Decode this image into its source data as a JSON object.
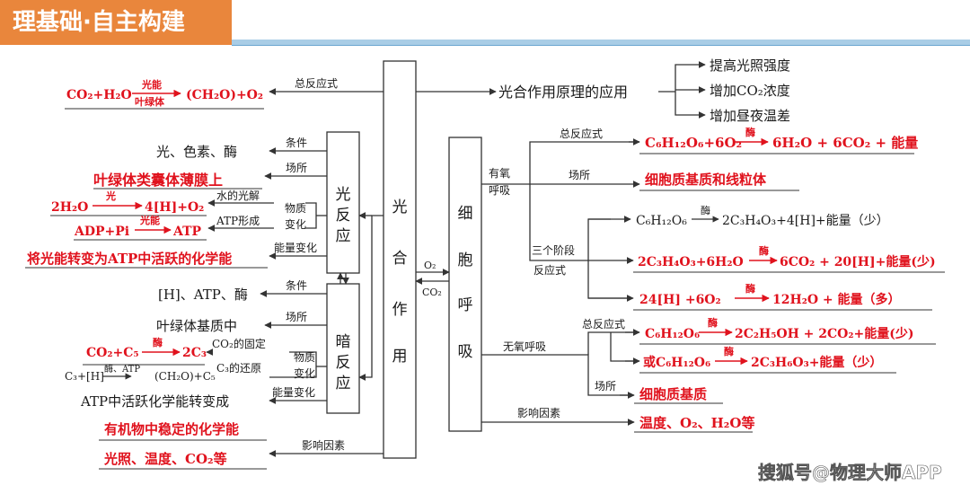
{
  "header": {
    "title": "理基础·自主构建"
  },
  "center": {
    "photosynthesis": "光合作用",
    "respiration": "细胞呼吸",
    "light_reaction": "光反应",
    "dark_reaction": "暗反应"
  },
  "photo": {
    "overall_label": "总反应式",
    "overall_eq": {
      "left": "CO₂+H₂O",
      "top": "光能",
      "bottom": "叶绿体",
      "right": "(CH₂O)+O₂"
    },
    "application": {
      "label": "光合作用原理的应用",
      "items": [
        "提高光照强度",
        "增加CO₂浓度",
        "增加昼夜温差"
      ]
    },
    "light": {
      "cond_label": "条件",
      "cond_value": "光、色素、酶",
      "site_label": "场所",
      "site_value": "叶绿体类囊体薄膜上",
      "process_label": "物质变化",
      "water_label": "水的光解",
      "water_left": "2H₂O",
      "water_top": "光",
      "water_right": "4[H]+O₂",
      "atp_label": "ATP形成",
      "atp_left": "ADP+Pi",
      "atp_top": "光能",
      "atp_right": "ATP",
      "energy_label": "能量变化",
      "energy_value": "将光能转变为ATP中活跃的化学能"
    },
    "dark": {
      "cond_label": "条件",
      "cond_value": "[H]、ATP、酶",
      "site_label": "场所",
      "site_value": "叶绿体基质中",
      "process_label": "物质变化",
      "fix_label": "CO₂的固定",
      "fix_left": "CO₂+C₅",
      "fix_top": "酶",
      "fix_right": "2C₃",
      "red_label": "C₃的还原",
      "red_eq": "C₃+[H]",
      "red_top": "酶、ATP",
      "red_right": "(CH₂O)+C₅",
      "energy_label": "能量变化",
      "energy_value1": "ATP中活跃化学能转变成",
      "energy_value2": "有机物中稳定的化学能"
    },
    "factor_label": "影响因素",
    "factor_value": "光照、温度、CO₂等"
  },
  "exchange": {
    "o2": "O₂",
    "co2": "CO₂"
  },
  "resp": {
    "aerobic": {
      "label1": "有氧",
      "label2": "呼吸",
      "overall_label": "总反应式",
      "overall_eq": {
        "left": "C₆H₁₂O₆+6O₂",
        "top": "酶",
        "right": "6H₂O + 6CO₂ + 能量"
      },
      "site_label": "场所",
      "site_value": "细胞质基质和线粒体",
      "stages_label": "三个阶段",
      "stages_label2": "反应式",
      "stage1": {
        "left": "C₆H₁₂O₆",
        "top": "酶",
        "right": "2C₃H₄O₃+4[H]+能量（少）"
      },
      "stage2": {
        "left": "2C₃H₄O₃+6H₂O",
        "top": "酶",
        "right": "6CO₂ + 20[H]+能量(少)"
      },
      "stage3": {
        "left": "24[H] +6O₂",
        "top": "酶",
        "right": "12H₂O + 能量（多）"
      }
    },
    "anaerobic": {
      "label": "无氧呼吸",
      "overall_label": "总反应式",
      "eq1": {
        "left": "C₆H₁₂O₆",
        "top": "酶",
        "right": "2C₂H₅OH + 2CO₂+能量(少)"
      },
      "eq2": {
        "left": "或C₆H₁₂O₆",
        "top": "酶",
        "right": "2C₃H₆O₃+能量（少）"
      },
      "site_label": "场所",
      "site_value": "细胞质基质"
    },
    "factor_label": "影响因素",
    "factor_value": "温度、O₂、H₂O等"
  },
  "watermark": "搜狐号@物理大师APP"
}
